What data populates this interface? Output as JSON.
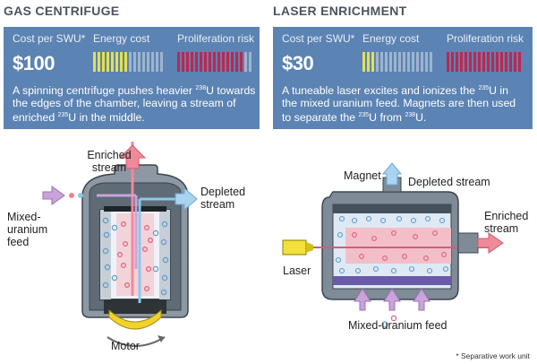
{
  "left": {
    "title": "GAS CENTRIFUGE",
    "cost_label": "Cost per SWU*",
    "cost_value": "$100",
    "energy_label": "Energy cost",
    "prolif_label": "Proliferation risk",
    "energy_level": 0.5,
    "prolif_level": 0.9,
    "desc_a": "A spinning centrifuge pushes heavier ",
    "desc_sup1": "238",
    "desc_b": "U towards the edges of the chamber, leaving a stream of enriched ",
    "desc_sup2": "235",
    "desc_c": "U in the middle.",
    "labels": {
      "enriched": "Enriched stream",
      "depleted": "Depleted stream",
      "feed": "Mixed-uranium feed",
      "motor": "Motor"
    }
  },
  "right": {
    "title": "LASER ENRICHMENT",
    "cost_label": "Cost per SWU*",
    "cost_value": "$30",
    "energy_label": "Energy cost",
    "prolif_label": "Proliferation risk",
    "energy_level": 0.18,
    "prolif_level": 1.0,
    "desc_a": "A tuneable laser excites and ionizes the ",
    "desc_sup1": "235",
    "desc_b": "U in the mixed uranium feed. Magnets are then used to separate the ",
    "desc_sup2": "235",
    "desc_c": "U from ",
    "desc_sup3": "238",
    "desc_d": "U.",
    "labels": {
      "magnet": "Magnet",
      "depleted": "Depleted stream",
      "enriched": "Enriched stream",
      "laser": "Laser",
      "feed": "Mixed-uranium feed"
    }
  },
  "footnote": "* Separative work unit",
  "colors": {
    "panel": "#5b83b3",
    "energy_on": "#e6e04a",
    "energy_off": "#9fb4cd",
    "prolif_on": "#c0264e",
    "arrow_pink": "#f08a9a",
    "arrow_blue": "#a9d4f0",
    "arrow_purple": "#c9a3da"
  }
}
